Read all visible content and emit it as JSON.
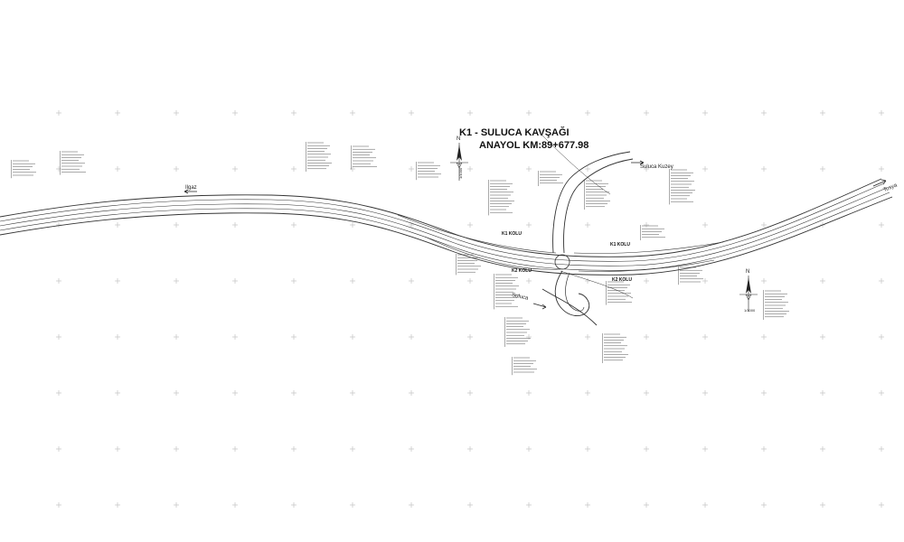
{
  "drawing": {
    "title": "K1 - SULUCA KAVŞAĞI",
    "subtitle": "ANAYOL KM:89+677.98",
    "directions": {
      "west": "Ilgaz",
      "east": "Tosya",
      "north_branch": "Suluca Kuzey",
      "south_branch": "Suluca"
    },
    "branch_labels": {
      "k1_west": "K1 KOLU",
      "k1_east": "K1 KOLU",
      "k2_west": "K2 KOLU",
      "k2_east": "K2 KOLU"
    },
    "north_arrows": [
      {
        "letter": "N",
        "scale": "1/1000"
      },
      {
        "letter": "N",
        "scale": "1/1000"
      }
    ]
  }
}
